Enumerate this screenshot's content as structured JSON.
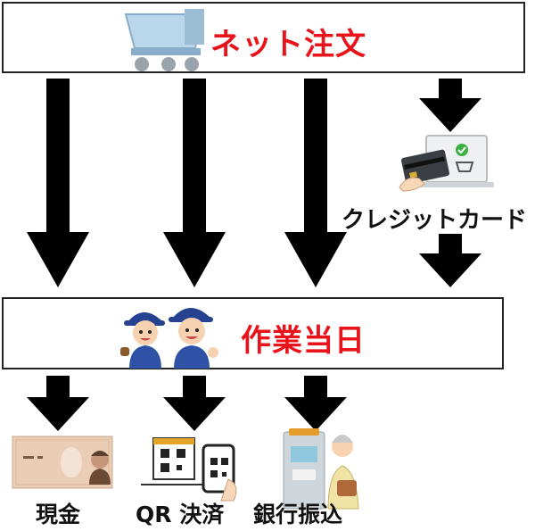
{
  "top_box": {
    "title": "ネット注文",
    "icon": "shopping-cart-icon"
  },
  "middle_box": {
    "title": "作業当日",
    "icon": "workers-icon"
  },
  "credit_card": {
    "label": "クレジットカード",
    "icon": "credit-card-laptop-icon"
  },
  "payments": [
    {
      "label": "現金",
      "icon": "cash-icon"
    },
    {
      "label": "QR 決済",
      "icon": "qr-code-icon"
    },
    {
      "label": "銀行振込",
      "icon": "atm-icon"
    }
  ],
  "colors": {
    "title_red": "#e8131b",
    "arrow": "#000000",
    "border": "#222222"
  }
}
